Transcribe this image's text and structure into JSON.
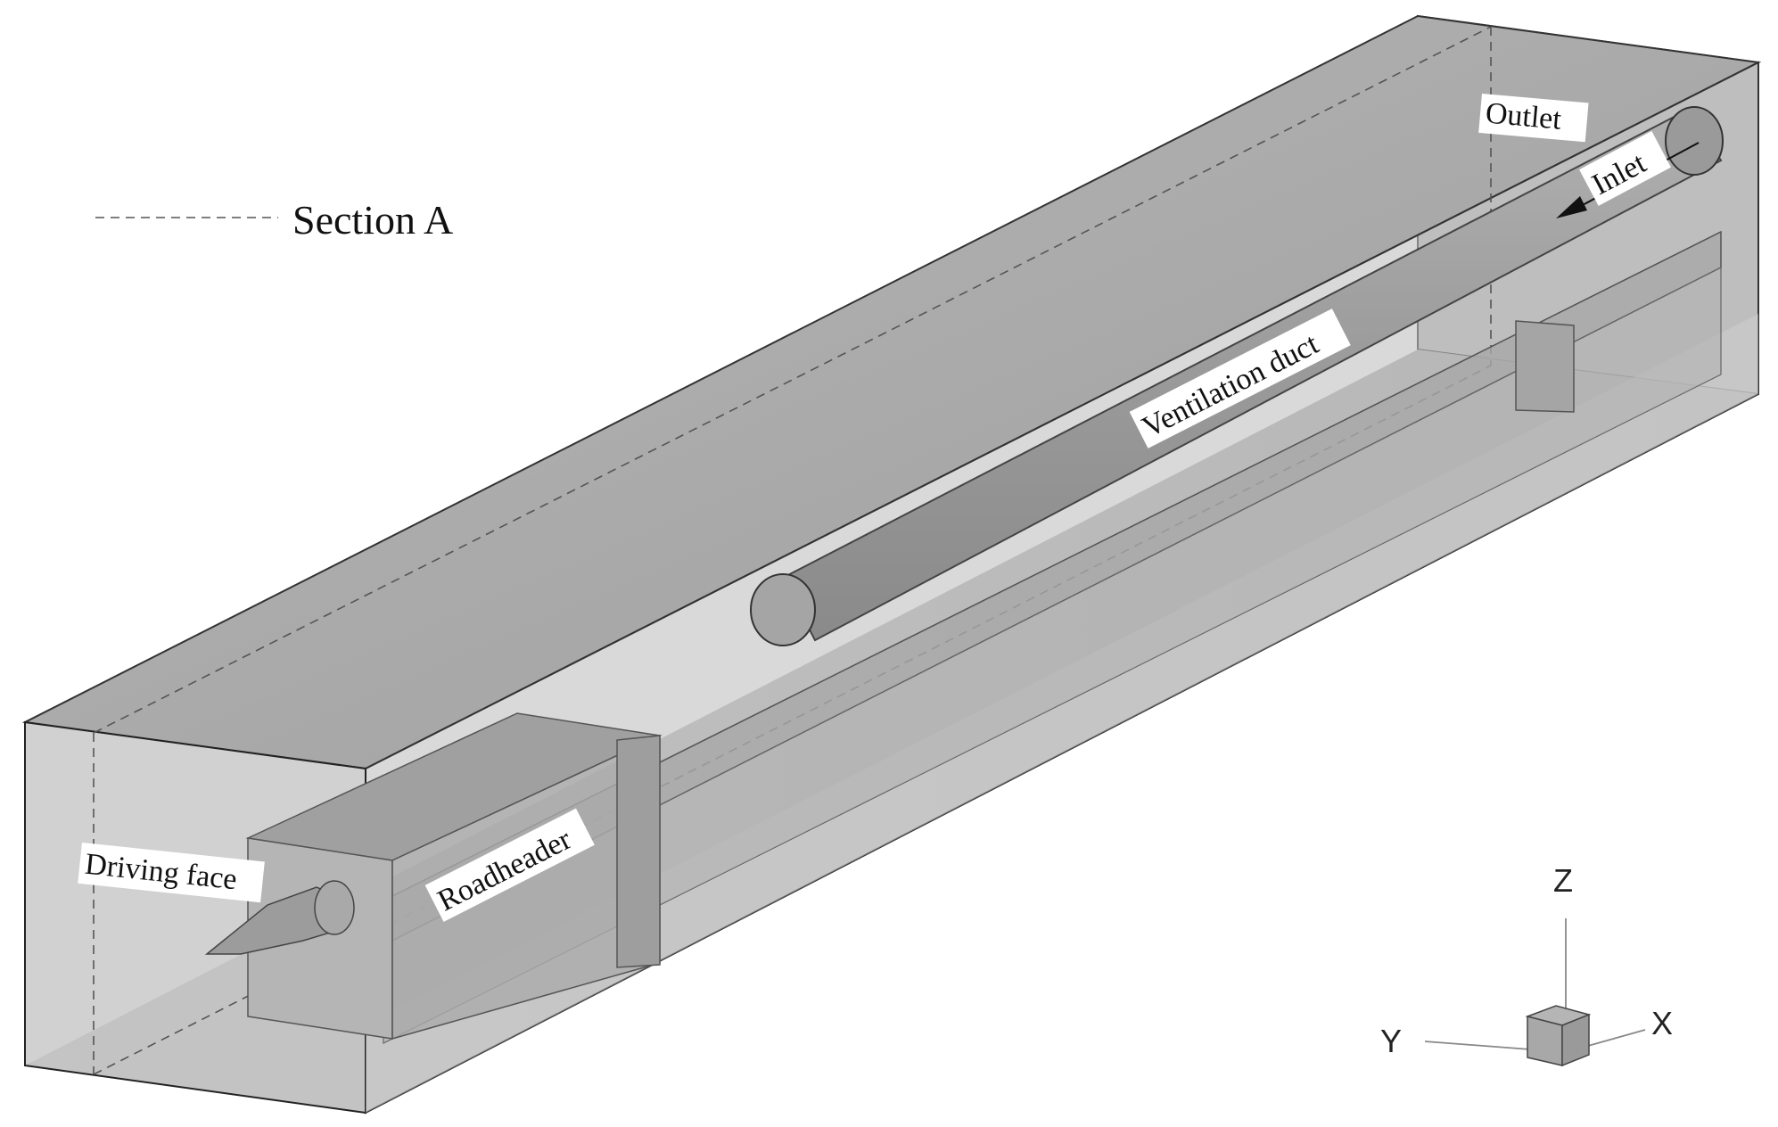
{
  "legend": {
    "section_label": "Section A"
  },
  "labels": {
    "outlet": "Outlet",
    "inlet": "Inlet",
    "ventilation_duct": "Ventilation duct",
    "roadheader": "Roadheader",
    "driving_face": "Driving face"
  },
  "axes": {
    "z": "Z",
    "y": "Y",
    "x": "X"
  },
  "colors": {
    "tunnel_face": "#bdbdbd",
    "tunnel_top": "#a9a9a9",
    "duct": "#9a9a9a",
    "edge": "#333333"
  }
}
